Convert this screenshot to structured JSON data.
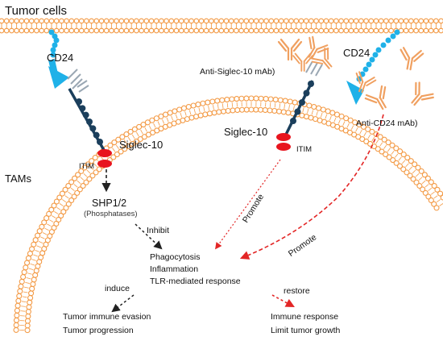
{
  "labels": {
    "tumor_cells": "Tumor cells",
    "cd24_left": "CD24",
    "cd24_right": "CD24",
    "anti_siglec_mab": "Anti-Siglec-10 mAb)",
    "anti_cd24_mab": "Anti-CD24 mAb)",
    "siglec_left": "Siglec-10",
    "siglec_right": "Siglec-10",
    "itim_left": "ITIM",
    "itim_right": "ITIM",
    "tams": "TAMs",
    "shp": "SHP1/2",
    "phosphatases": "(Phosphatases)",
    "inhibit": "Inhibit",
    "promote_1": "Promote",
    "promote_2": "Promote",
    "outcomes": [
      "Phagocytosis",
      "Inflammation",
      "TLR-mediated response"
    ],
    "induce": "induce",
    "restore": "restore",
    "result_left": [
      "Tumor immune evasion",
      "Tumor progression"
    ],
    "result_right": [
      "Immune response",
      "Limit tumor growth"
    ]
  },
  "colors": {
    "membrane": "#f39a45",
    "antibody": "#f0a060",
    "cd24": "#1fb1e8",
    "receptor_bead": "#1b3f5c",
    "receptor_line": "#9aa7b3",
    "itim": "#e8141e",
    "promote_arrow": "#e32626",
    "dashed_black": "#222222"
  },
  "icons": {
    "antibody": "y-shaped-antibody-icon",
    "cd24": "bead-chain-icon",
    "receptor": "siglec-receptor-icon"
  }
}
